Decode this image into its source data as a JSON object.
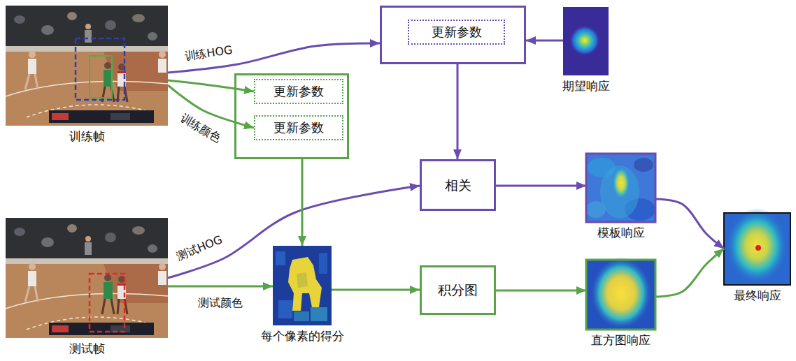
{
  "diagram": {
    "nodes": [
      {
        "text": [
          "训练帧"
        ]
      },
      {
        "text": []
      },
      {
        "text": [
          "更新参数"
        ],
        "in": 1
      },
      {
        "text": [
          "期望响应"
        ]
      },
      {
        "text": []
      },
      {
        "text": [
          "更新参数"
        ],
        "in": 4
      },
      {
        "text": [
          "更新参数"
        ],
        "in": 4
      },
      {
        "text": [
          "相关"
        ]
      },
      {
        "text": [
          "模板响应"
        ]
      },
      {
        "text": [
          "测试帧"
        ]
      },
      {
        "text": [
          "每个像素的得分"
        ]
      },
      {
        "text": [
          "积分图"
        ]
      },
      {
        "text": [
          "直方图响应"
        ]
      },
      {
        "text": [
          "最终响应"
        ]
      }
    ],
    "edges": [
      {
        "from": 0,
        "to": 1,
        "arrow": "to",
        "label": "训练HOG"
      },
      {
        "from": 0,
        "to": 5,
        "arrow": "to"
      },
      {
        "from": 0,
        "to": 6,
        "arrow": "to",
        "label": "训练颜色"
      },
      {
        "from": 3,
        "to": 1,
        "arrow": "to"
      },
      {
        "from": 1,
        "to": 7,
        "arrow": "to"
      },
      {
        "from": 9,
        "to": 7,
        "arrow": "to",
        "label": "测试HOG"
      },
      {
        "from": 4,
        "to": 10,
        "arrow": "to"
      },
      {
        "from": 9,
        "to": 10,
        "arrow": "to",
        "label": "测试颜色"
      },
      {
        "from": 7,
        "to": 8,
        "arrow": "to"
      },
      {
        "from": 10,
        "to": 11,
        "arrow": "to"
      },
      {
        "from": 11,
        "to": 12,
        "arrow": "to"
      },
      {
        "from": 8,
        "to": 13,
        "arrow": "to"
      },
      {
        "from": 12,
        "to": 13,
        "arrow": "to"
      }
    ]
  }
}
